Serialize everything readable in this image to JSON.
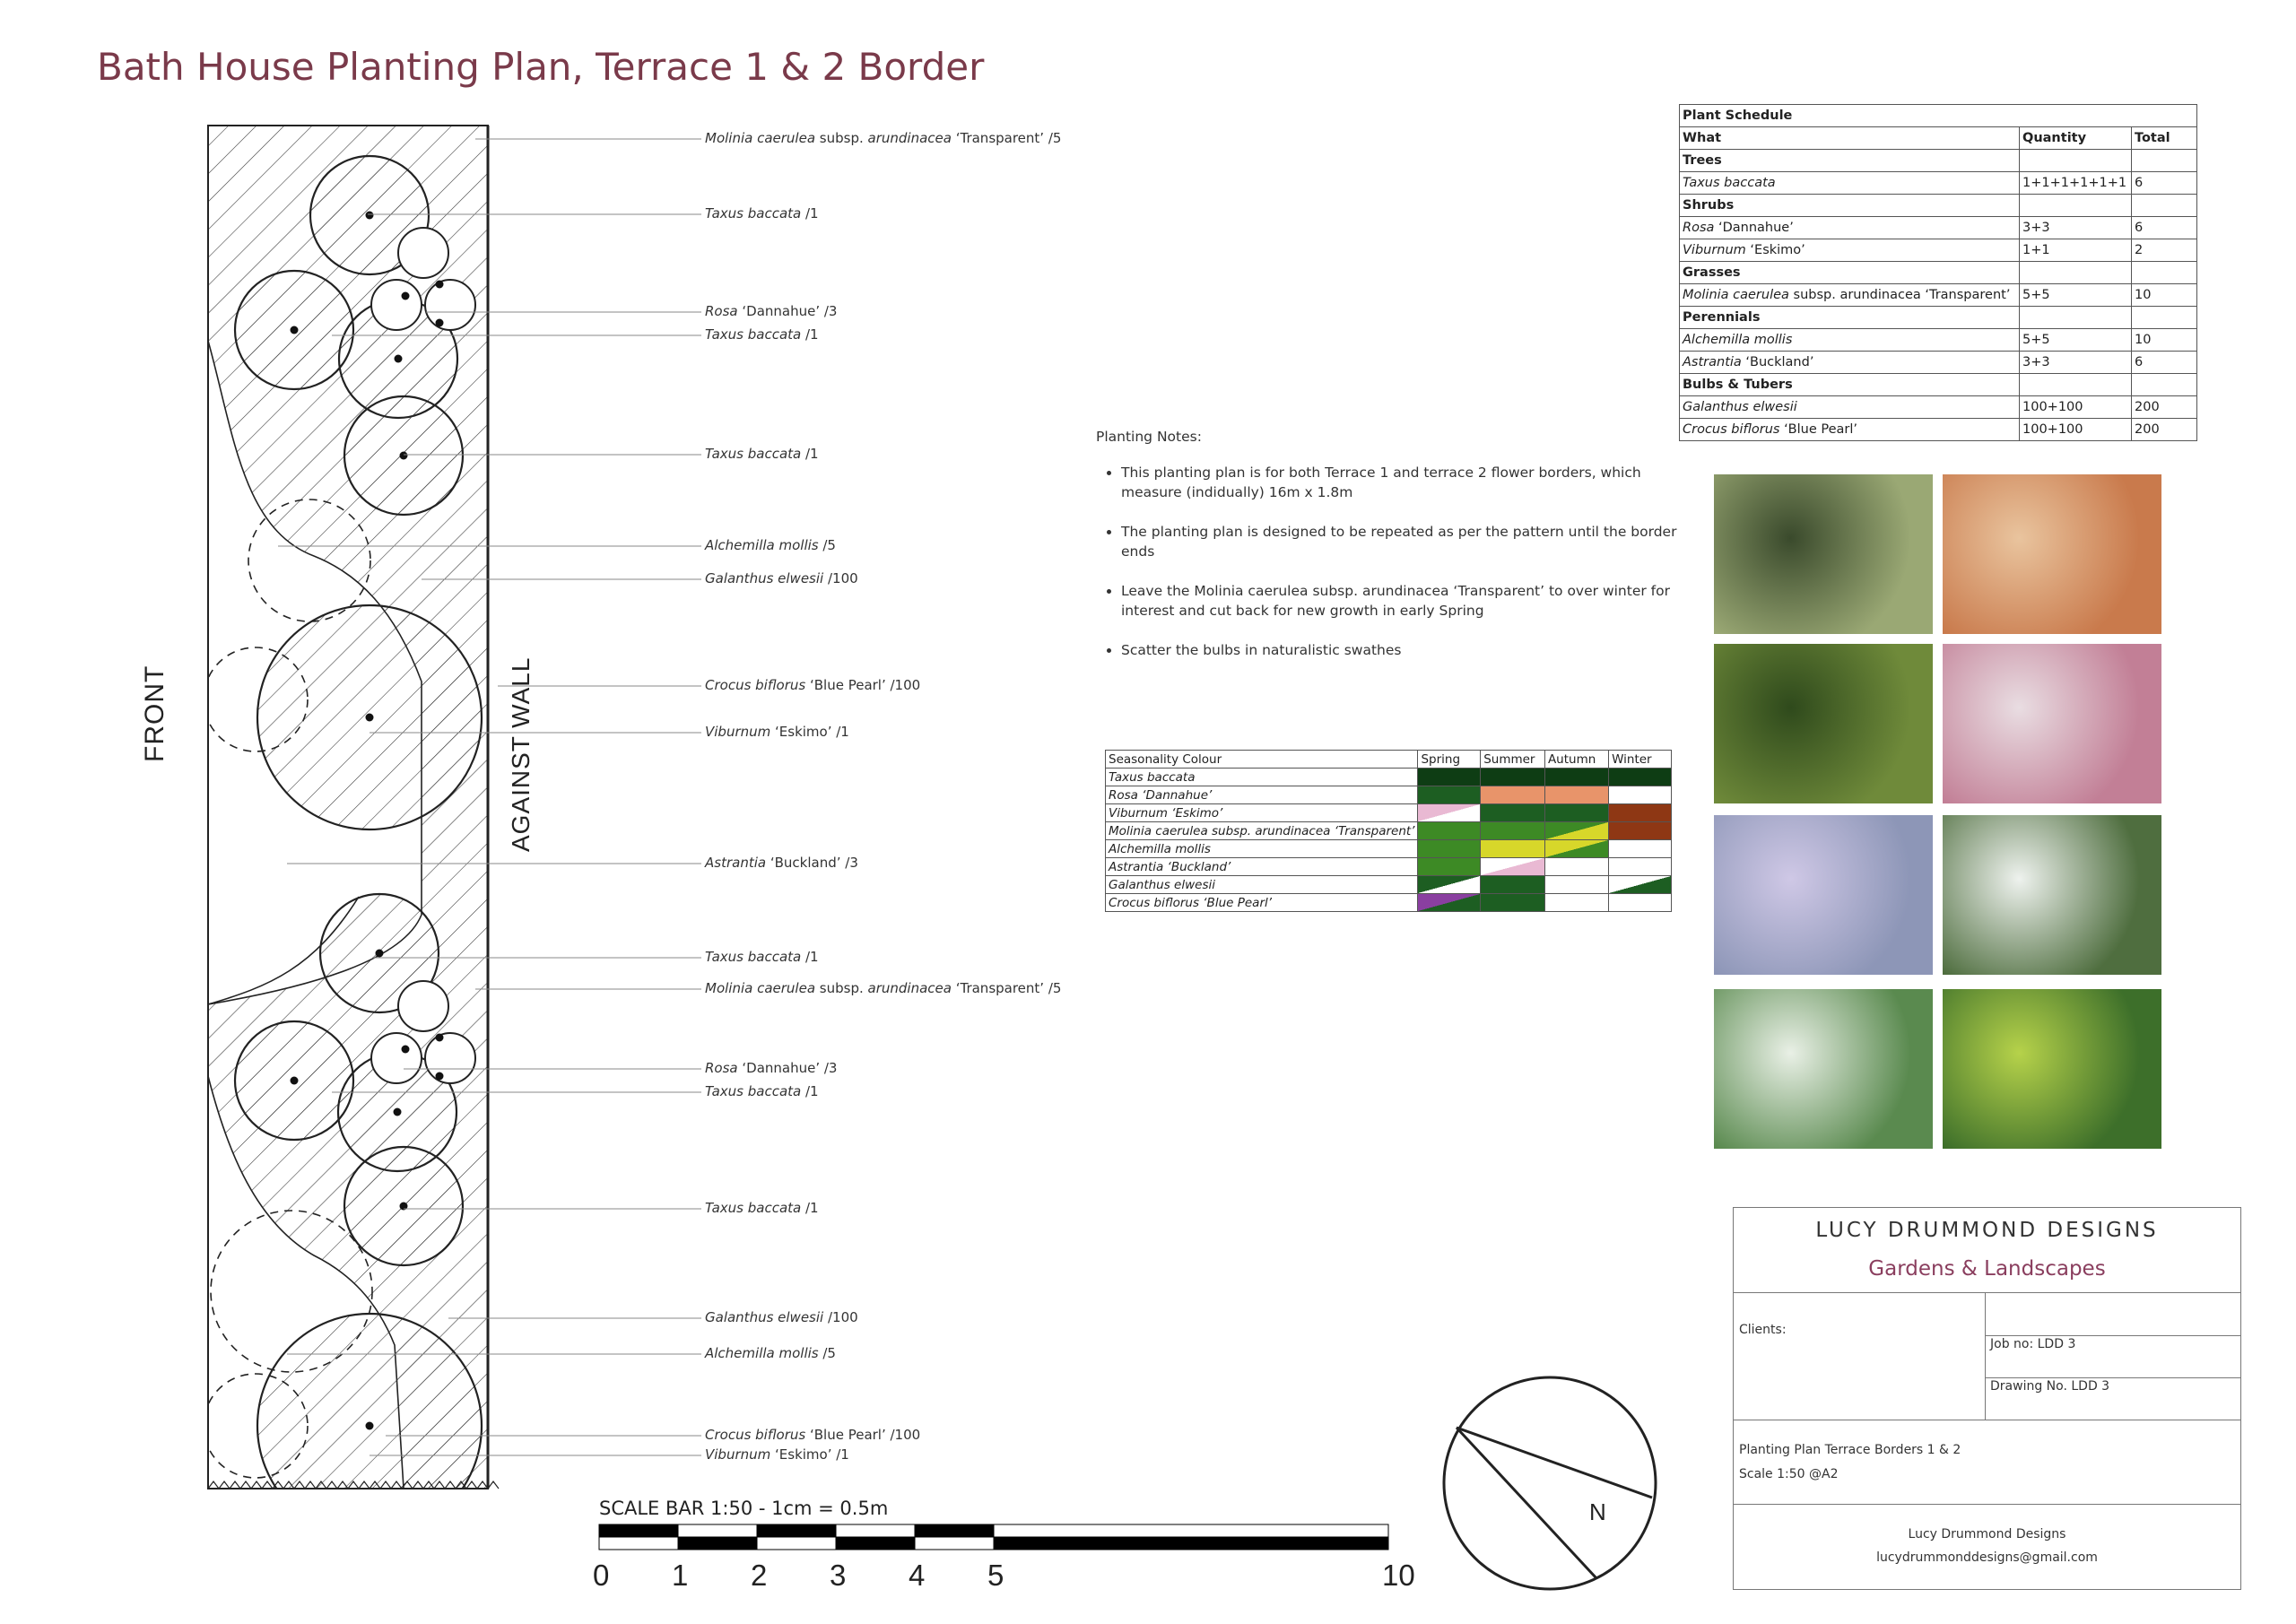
{
  "title": "Bath House Planting Plan, Terrace 1 & 2 Border",
  "plan": {
    "front_label": "FRONT",
    "wall_label": "AGAINST WALL",
    "callouts": [
      {
        "it": "Molinia caerulea",
        "rest": " subsp. ",
        "it2": "arundinacea",
        "rest2": " ‘Transparent’ /5"
      },
      {
        "it": "Taxus baccata",
        "rest": " /1"
      },
      {
        "it": "Rosa",
        "rest": " ‘Dannahue’ /3"
      },
      {
        "it": "Taxus baccata",
        "rest": " /1"
      },
      {
        "it": "Taxus baccata",
        "rest": " /1"
      },
      {
        "it": "Alchemilla mollis",
        "rest": " /5"
      },
      {
        "it": "Galanthus elwesii",
        "rest": " /100"
      },
      {
        "it": "Crocus biflorus",
        "rest": " ‘Blue Pearl’ /100"
      },
      {
        "it": "Viburnum",
        "rest": " ‘Eskimo’ /1"
      },
      {
        "it": "Astrantia",
        "rest": " ‘Buckland’ /3"
      },
      {
        "it": "Taxus baccata",
        "rest": " /1"
      },
      {
        "it": "Molinia caerulea",
        "rest": " subsp. ",
        "it2": "arundinacea",
        "rest2": " ‘Transparent’ /5"
      },
      {
        "it": "Rosa",
        "rest": " ‘Dannahue’ /3"
      },
      {
        "it": "Taxus baccata",
        "rest": " /1"
      },
      {
        "it": "Taxus baccata",
        "rest": " /1"
      },
      {
        "it": "Galanthus elwesii",
        "rest": " /100"
      },
      {
        "it": "Alchemilla mollis",
        "rest": " /5"
      },
      {
        "it": "Crocus biflorus",
        "rest": " ‘Blue Pearl’ /100"
      },
      {
        "it": "Viburnum",
        "rest": " ‘Eskimo’ /1"
      }
    ]
  },
  "schedule": {
    "title": "Plant Schedule",
    "headers": [
      "What",
      "Quantity",
      "Total"
    ],
    "groups": [
      {
        "name": "Trees",
        "rows": [
          {
            "name": "Taxus baccata",
            "suffix": "",
            "qty": "1+1+1+1+1+1",
            "total": "6"
          }
        ]
      },
      {
        "name": "Shrubs",
        "rows": [
          {
            "name": "Rosa",
            "suffix": " ‘Dannahue’",
            "qty": "3+3",
            "total": "6"
          },
          {
            "name": "Viburnum",
            "suffix": " ‘Eskimo’",
            "qty": "1+1",
            "total": "2"
          }
        ]
      },
      {
        "name": "Grasses",
        "rows": [
          {
            "name": "Molinia caerulea",
            "suffix": " subsp. arundinacea ‘Transparent’",
            "qty": "5+5",
            "total": "10"
          }
        ]
      },
      {
        "name": "Perennials",
        "rows": [
          {
            "name": "Alchemilla mollis",
            "suffix": "",
            "qty": "5+5",
            "total": "10"
          },
          {
            "name": "Astrantia",
            "suffix": " ‘Buckland’",
            "qty": "3+3",
            "total": "6"
          }
        ]
      },
      {
        "name": "Bulbs & Tubers",
        "rows": [
          {
            "name": "Galanthus elwesii",
            "suffix": "",
            "qty": "100+100",
            "total": "200"
          },
          {
            "name": "Crocus biflorus",
            "suffix": " ‘Blue Pearl’",
            "qty": "100+100",
            "total": "200"
          }
        ]
      }
    ]
  },
  "notes": {
    "heading": "Planting Notes:",
    "items": [
      "This planting plan is for both Terrace 1 and terrace 2 flower borders, which measure (indidually) 16m x 1.8m",
      "The planting plan is designed to be repeated as per the pattern until the border ends",
      "Leave the Molinia caerulea subsp. arundinacea ‘Transparent’ to over winter for interest and cut back for new growth in early Spring",
      "Scatter the bulbs in naturalistic swathes"
    ]
  },
  "seasonality": {
    "headers": [
      "Seasonality Colour",
      "Spring",
      "Summer",
      "Autumn",
      "Winter"
    ],
    "rows": [
      {
        "plant": "Taxus baccata",
        "cells": [
          "#0e3d14",
          "#0e3d14",
          "#0e3d14",
          "#0e3d14"
        ]
      },
      {
        "plant": "Rosa  ‘Dannahue’",
        "cells": [
          "#1d5e22",
          "#e8946a",
          "#e8946a",
          "#ffffff"
        ]
      },
      {
        "plant": "Viburnum  ‘Eskimo’",
        "cells": [
          "#e9b9d3|#ffffff",
          "#1d5e22",
          "#1d5e22",
          "#8e3714"
        ]
      },
      {
        "plant": "Molinia caerulea subsp. arundinacea  ‘Transparent’",
        "cells": [
          "#3d8a25",
          "#3d8a25",
          "#3d8a25|#d7d72a",
          "#8e3714"
        ]
      },
      {
        "plant": "Alchemilla mollis",
        "cells": [
          "#3d8a25",
          "#d7d72a",
          "#d7d72a|#3d8a25",
          "#ffffff"
        ]
      },
      {
        "plant": "Astrantia  ‘Buckland’",
        "cells": [
          "#3d8a25",
          "#ffffff|#e9b9d3",
          "#ffffff",
          "#ffffff"
        ]
      },
      {
        "plant": "Galanthus elwesii",
        "cells": [
          "#1d5e22|#ffffff",
          "#1d5e22",
          "#ffffff",
          "#ffffff|#1d5e22"
        ]
      },
      {
        "plant": "Crocus biflorus  ‘Blue Pearl’",
        "cells": [
          "#8a3fa0|#1d5e22",
          "#1d5e22",
          "#ffffff",
          "#ffffff"
        ]
      }
    ]
  },
  "photos": [
    {
      "name": "molinia-grass-photo",
      "c1": "#3a4a2c",
      "c2": "#9aa874"
    },
    {
      "name": "rosa-dannahue-photo",
      "c1": "#e9c49e",
      "c2": "#c97a4c"
    },
    {
      "name": "taxus-topiary-photo",
      "c1": "#2f4a1c",
      "c2": "#6f8a3a"
    },
    {
      "name": "astrantia-photo",
      "c1": "#e9dde2",
      "c2": "#c27f96"
    },
    {
      "name": "crocus-photo",
      "c1": "#cfc8e6",
      "c2": "#8d96b7"
    },
    {
      "name": "viburnum-photo",
      "c1": "#eef2ee",
      "c2": "#4f6e3f"
    },
    {
      "name": "galanthus-photo",
      "c1": "#e9f0e6",
      "c2": "#5a8a4f"
    },
    {
      "name": "alchemilla-photo",
      "c1": "#b6d24a",
      "c2": "#3d6f2a"
    }
  ],
  "title_block": {
    "brand": "LUCY DRUMMOND DESIGNS",
    "subtitle": "Gardens & Landscapes",
    "clients_label": "Clients:",
    "job_no": "Job no:  LDD 3",
    "drawing_no": "Drawing No. LDD 3",
    "plan_name": "Planting Plan Terrace Borders 1 & 2",
    "scale": "Scale 1:50 @A2",
    "designer": "Lucy Drummond Designs",
    "email": "lucydrummonddesigns@gmail.com"
  },
  "scale_bar": {
    "title": "SCALE BAR 1:50 - 1cm = 0.5m",
    "labels": [
      "0",
      "1",
      "2",
      "3",
      "4",
      "5",
      "10"
    ]
  },
  "compass": {
    "label": "N"
  }
}
